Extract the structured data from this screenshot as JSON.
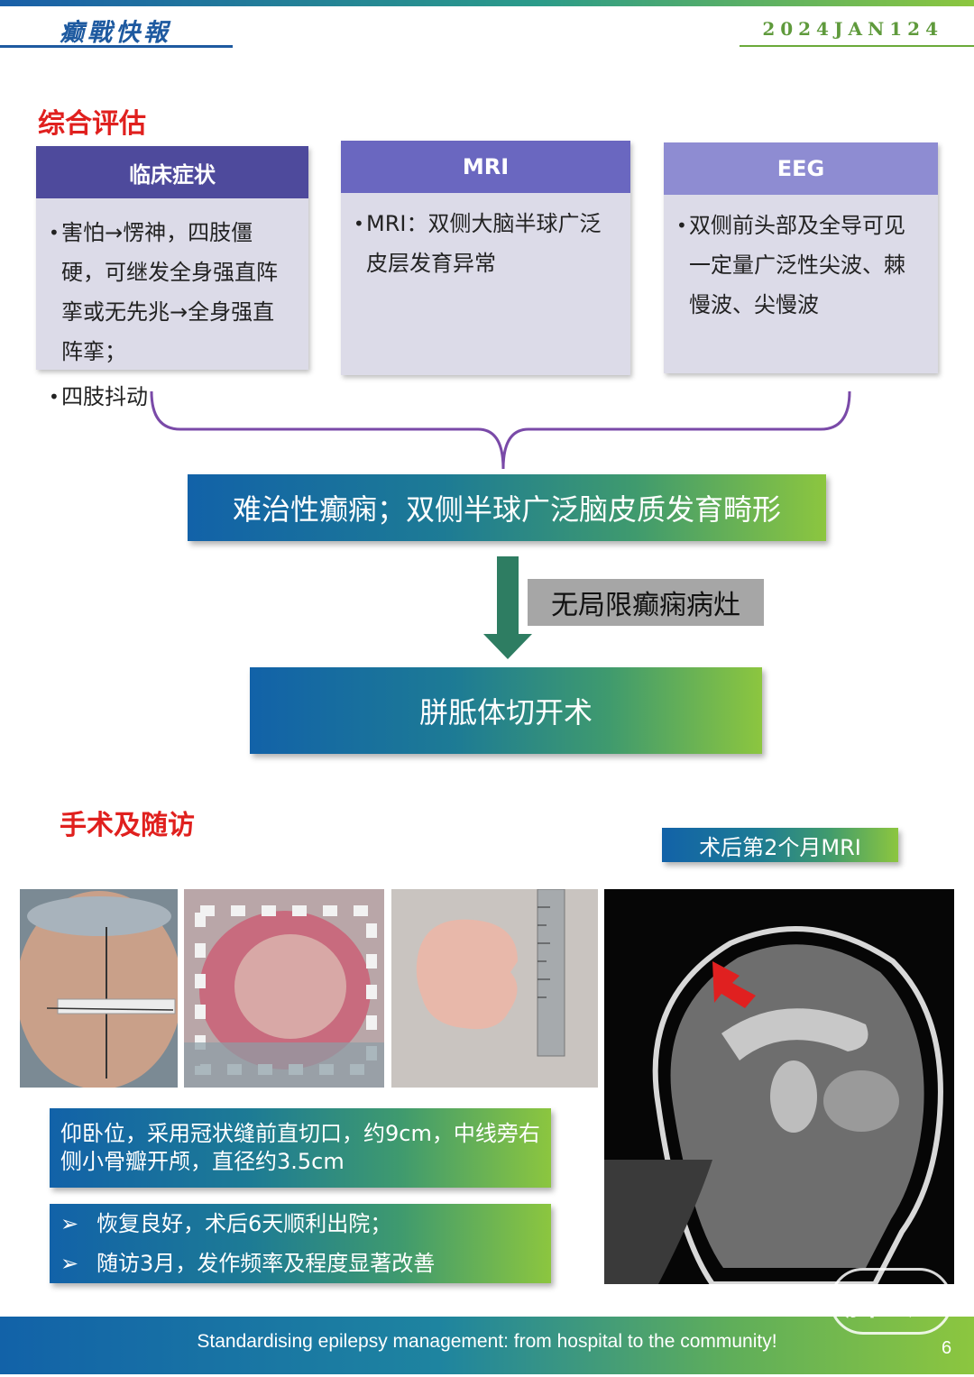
{
  "header": {
    "brand": "癫戰快報",
    "date": "2024JAN124"
  },
  "section1": {
    "title": "综合评估",
    "cards": [
      {
        "title": "临床症状",
        "items": [
          "害怕→愣神，四肢僵硬，可继发全身强直阵挛或无先兆→全身强直阵挛；",
          "四肢抖动"
        ]
      },
      {
        "title": "MRI",
        "items": [
          "MRI：双侧大脑半球广泛皮层发育异常"
        ]
      },
      {
        "title": "EEG",
        "items": [
          "双侧前头部及全导可见一定量广泛性尖波、棘慢波、尖慢波"
        ]
      }
    ],
    "diagnosis": "难治性癫痫；双侧半球广泛脑皮质发育畸形",
    "note": "无局限癫痫病灶",
    "treatment": "胼胝体切开术"
  },
  "section2": {
    "title": "手术及随访",
    "mri_label": "术后第2个月MRI",
    "surgery_desc": "仰卧位，采用冠状缝前直切口，约9cm，中线旁右侧小骨瓣开颅，直径约3.5cm",
    "followup": [
      "恢复良好，术后6天顺利出院；",
      "随访3月，发作频率及程度显著改善"
    ],
    "followup_marker": "➢"
  },
  "footer": {
    "slogan": "Standardising epilepsy management: from hospital to the community!",
    "page": "6",
    "watermark": "脑医汇"
  },
  "colors": {
    "title_red": "#e0201e",
    "card_head_1": "#4e4a9c",
    "card_head_2": "#6a67c0",
    "card_head_3": "#8e8cd2",
    "card_body": "#dcdbe8",
    "arrow": "#2e7d62",
    "note_bg": "#a6a6a6",
    "gradient_start": "#1262a8",
    "gradient_end": "#8cc63f"
  }
}
